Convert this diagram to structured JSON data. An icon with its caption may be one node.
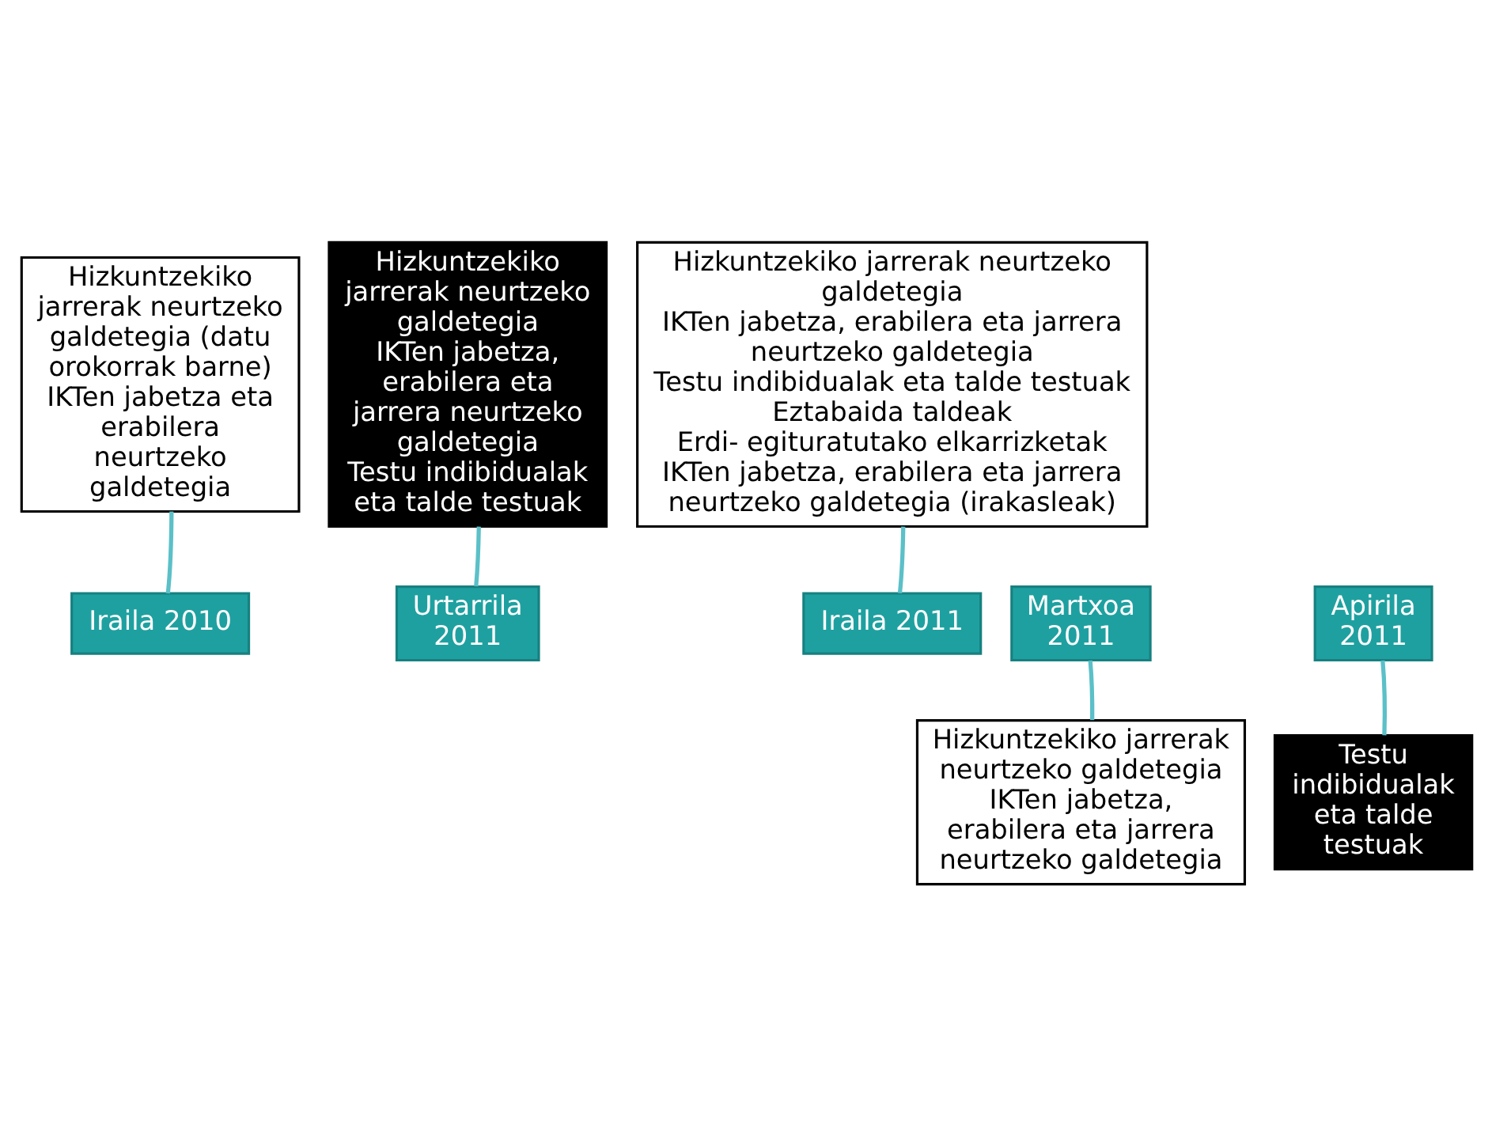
{
  "diagram": {
    "nodes": [
      {
        "text": [
          "Hizkuntzekiko jarrerak neurtzeko galdetegia (datu orokorrak barne)",
          "IKTen jabetza eta erabilera neurtzeko galdetegia"
        ]
      },
      {
        "text": [
          "Hizkuntzekiko jarrerak neurtzeko galdetegia",
          "IKTen jabetza, erabilera eta jarrera neurtzeko galdetegia",
          "Testu indibidualak eta talde testuak"
        ]
      },
      {
        "text": [
          "Hizkuntzekiko jarrerak neurtzeko galdetegia",
          "IKTen jabetza, erabilera eta jarrera neurtzeko galdetegia",
          "Testu indibidualak eta talde testuak",
          "Eztabaida taldeak",
          "Erdi- egituratutako elkarrizketak",
          "IKTen jabetza, erabilera eta jarrera neurtzeko galdetegia (irakasleak)"
        ]
      },
      {
        "text": [
          "Iraila 2010"
        ]
      },
      {
        "text": [
          "Urtarrila 2011"
        ]
      },
      {
        "text": [
          "Martxoa 2011"
        ]
      },
      {
        "text": [
          "Apirila 2011"
        ]
      },
      {
        "text": [
          "Iraila 2011"
        ]
      },
      {
        "text": [
          "Hizkuntzekiko jarrerak neurtzeko galdetegia",
          "IKTen jabetza, erabilera eta jarrera neurtzeko galdetegia"
        ]
      },
      {
        "text": [
          "Testu indibidualak eta talde testuak"
        ]
      }
    ],
    "edges": [
      {
        "from": 3,
        "to": 0,
        "arrow": "none"
      },
      {
        "from": 4,
        "to": 1,
        "arrow": "none"
      },
      {
        "from": 5,
        "to": 8,
        "arrow": "none"
      },
      {
        "from": 6,
        "to": 9,
        "arrow": "none"
      },
      {
        "from": 7,
        "to": 2,
        "arrow": "none"
      }
    ]
  }
}
